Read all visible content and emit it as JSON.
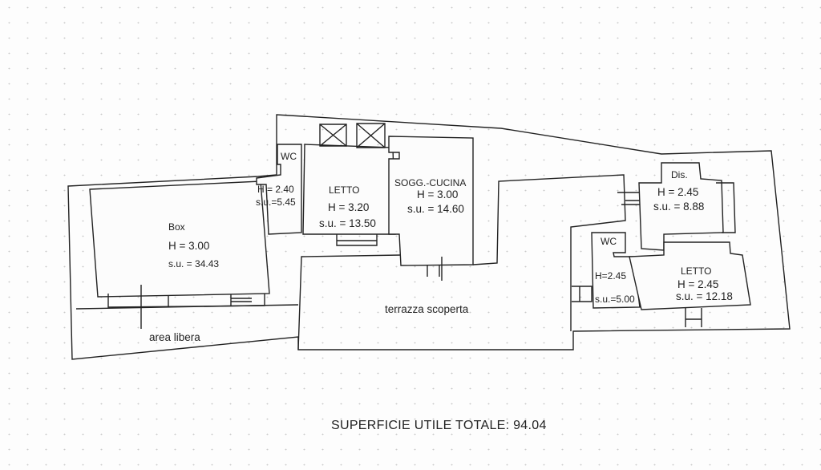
{
  "rooms": {
    "box": {
      "name": "Box",
      "h": "H = 3.00",
      "su": "s.u. = 34.43"
    },
    "wc1": {
      "name": "WC",
      "h": "H = 2.40",
      "su": "s.u.=5.45"
    },
    "letto1": {
      "name": "LETTO",
      "h": "H = 3.20",
      "su": "s.u. = 13.50"
    },
    "soggiorno": {
      "name": "SOGG.-CUCINA",
      "h": "H = 3.00",
      "su": "s.u. = 14.60"
    },
    "dis": {
      "name": "Dis.",
      "h": "H = 2.45",
      "su": "s.u. = 8.88"
    },
    "wc2": {
      "name": "WC",
      "h": "H=2.45",
      "su": "s.u.=5.00"
    },
    "letto2": {
      "name": "LETTO",
      "h": "H = 2.45",
      "su": "s.u. = 12.18"
    }
  },
  "areas": {
    "area_libera": "area libera",
    "terrazza": "terrazza scoperta"
  },
  "total": "SUPERFICIE UTILE TOTALE: 94.04"
}
